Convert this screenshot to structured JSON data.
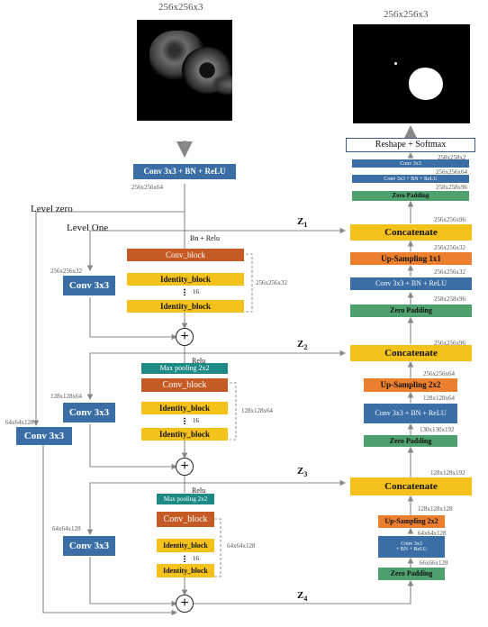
{
  "image_labels": {
    "input_size": "256x256x3",
    "output_size": "256x256x3"
  },
  "levels": {
    "zero": "Level zero",
    "one": "Level One"
  },
  "z_labels": {
    "z1_base": "Z",
    "z1_sub": "1",
    "z2_base": "Z",
    "z2_sub": "2",
    "z3_base": "Z",
    "z3_sub": "3",
    "z4_base": "Z",
    "z4_sub": "4"
  },
  "encoder": {
    "top_conv": "Conv 3x3 + BN + ReLU",
    "top_conv_size": "256x256x64",
    "bn_relu": "Bn + Relu",
    "relu1": "Relu",
    "relu2": "Relu",
    "l1": {
      "skip_conv": "Conv 3x3",
      "skip_size": "256x256x32",
      "conv_block": "Conv_block",
      "identity1": "Identity_block",
      "count": "16",
      "identity2": "Identity_block",
      "brace_size": "256x256x32"
    },
    "l2": {
      "skip_conv": "Conv 3x3",
      "skip_size": "128x128x64",
      "maxpool": "Max pooling 2x2",
      "conv_block": "Conv_block",
      "identity1": "Identity_block",
      "count": "16",
      "identity2": "Identity_block",
      "brace_size": "128x128x64"
    },
    "l3": {
      "skip_conv": "Conv 3x3",
      "skip_size": "64x64x128",
      "maxpool": "Max pooling 2x2",
      "conv_block": "Conv_block",
      "identity1": "Identity_block",
      "count": "16",
      "identity2": "Identity_block",
      "brace_size": "64x64x128"
    },
    "l0": {
      "skip_conv": "Conv 3x3",
      "skip_size": "64x64x128"
    }
  },
  "decoder": {
    "reshape": "Reshape + Softmax",
    "top_conv": "Conv 3x3",
    "top_conv_size": "258x258x2",
    "top_conv_bn": "Conv 3x3 + BN + ReLU",
    "top_conv_bn_size": "256x256x64",
    "top_zp": "Zero Padding",
    "top_zp_size": "258x258x96",
    "concat1": "Concatenate",
    "concat1_size": "256x256x96",
    "up1": "Up-Sampling 1x1",
    "up1_size": "256x256x32",
    "conv1": "Conv 3x3 + BN + ReLU",
    "conv1_size": "256x256x32",
    "zp1": "Zero Padding",
    "zp1_size": "258x258x96",
    "concat2": "Concatenate",
    "concat2_size": "256x256x96",
    "up2": "Up-Sampling 2x2",
    "up2_size": "256x256x64",
    "conv2": "Conv 3x3 + BN + ReLU",
    "conv2_size": "128x128x64",
    "zp2": "Zero Padding",
    "zp2_size": "130x130x192",
    "concat3": "Concatenate",
    "concat3_size": "128x128x192",
    "up3": "Up-Sampling 2x2",
    "up3_size": "128x128x128",
    "conv3_line1": "Conv 3x3",
    "conv3_line2": "+ BN + ReLU",
    "conv3_size": "64x64x128",
    "zp3": "Zero Padding",
    "zp3_size": "66x66x128"
  },
  "colors": {
    "blue": "#3a6ea5",
    "orange_brown": "#c55a24",
    "yellow": "#f5c21b",
    "green": "#4fa06f",
    "teal": "#1d8a86",
    "orange": "#ec7f2d",
    "arrow": "#9aa3ab"
  }
}
